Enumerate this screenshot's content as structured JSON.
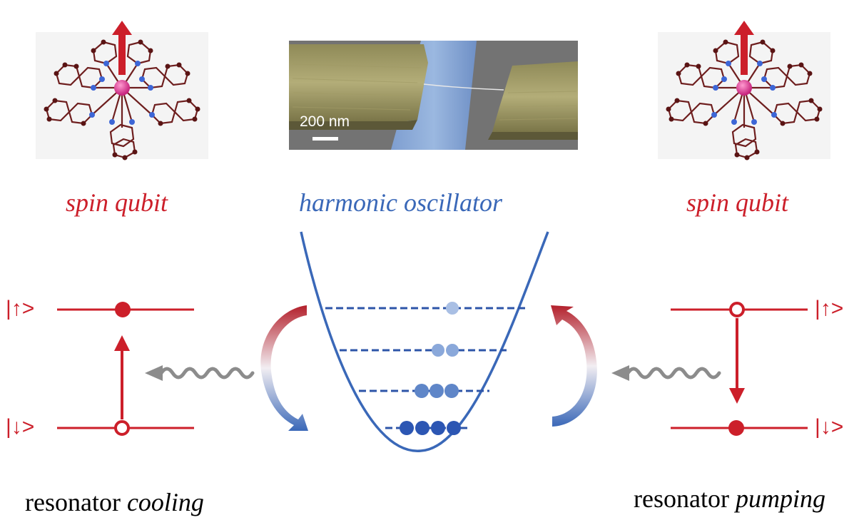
{
  "colors": {
    "qubit": "#cc1f2a",
    "oscillator": "#3a68b8",
    "oscillator_dark": "#2d55a8",
    "photon": "#8c8c8c",
    "text": "#000000"
  },
  "captions": {
    "left_qubit": "spin qubit",
    "center": "harmonic oscillator",
    "right_qubit": "spin qubit"
  },
  "micrograph": {
    "scale_label": "200 nm"
  },
  "left_panel": {
    "state_up": "|↑>",
    "state_down": "|↓>",
    "caption_prefix": "resonator ",
    "caption_mode": "cooling"
  },
  "right_panel": {
    "state_up": "|↑>",
    "state_down": "|↓>",
    "caption_prefix": "resonator ",
    "caption_mode": "pumping"
  },
  "icons": [
    "molecule-icon",
    "spin-arrow-icon",
    "wavy-photon-arrow-icon",
    "curved-transfer-arrow-icon"
  ]
}
